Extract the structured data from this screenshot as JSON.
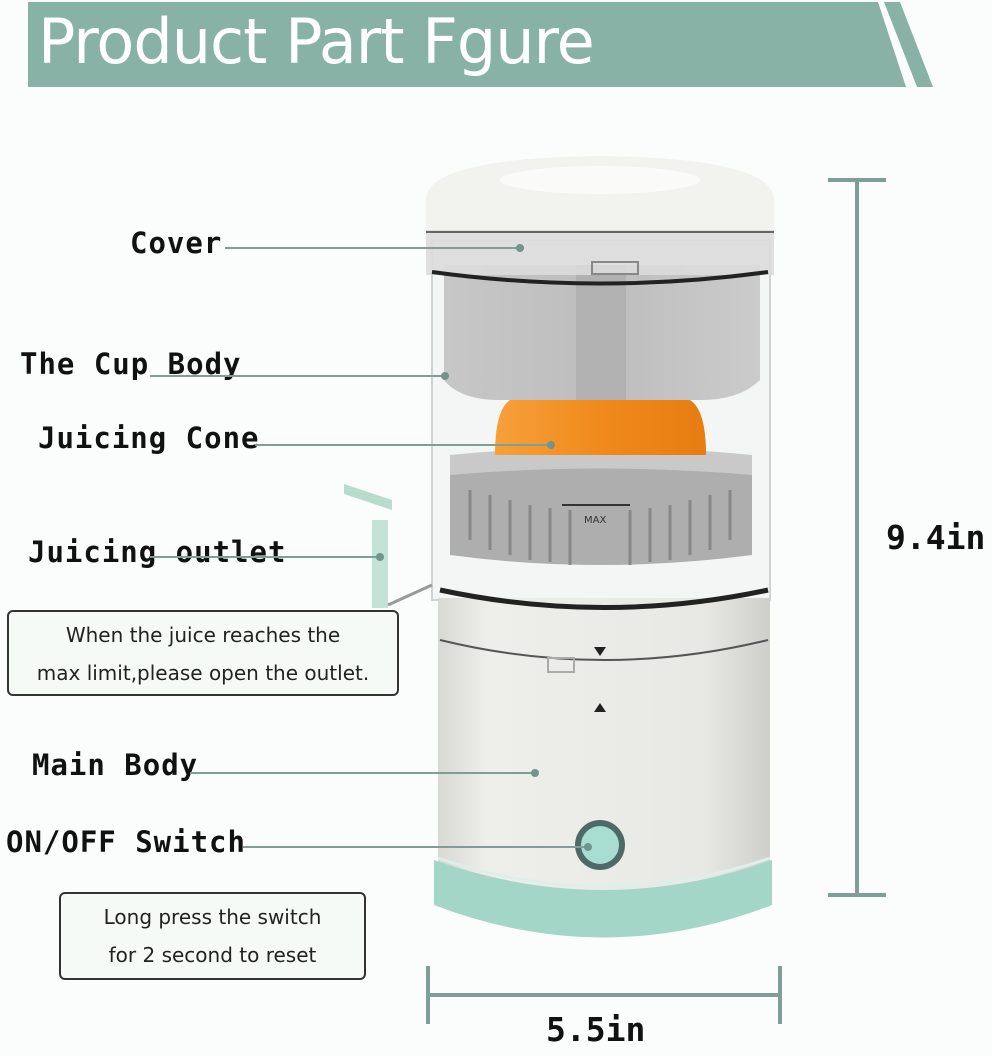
{
  "header": {
    "title": "Product Part Fgure",
    "color": "#87b2a5"
  },
  "parts": [
    {
      "label": "Cover"
    },
    {
      "label": "The Cup Body"
    },
    {
      "label": "Juicing Cone"
    },
    {
      "label": "Juicing outlet"
    },
    {
      "label": "Main Body"
    },
    {
      "label": "ON/OFF Switch"
    }
  ],
  "notes": {
    "outlet": {
      "line1": "When the juice reaches the",
      "line2": "max limit,please open the outlet."
    },
    "switch": {
      "line1": "Long press the switch",
      "line2": "for 2 second to reset"
    }
  },
  "product": {
    "max_mark": "MAX",
    "accent_color": "#a3d6c6",
    "fruit_color": "#f08a1c"
  },
  "dimensions": {
    "height": "9.4in",
    "width": "5.5in",
    "line_color": "#7f9e97"
  }
}
